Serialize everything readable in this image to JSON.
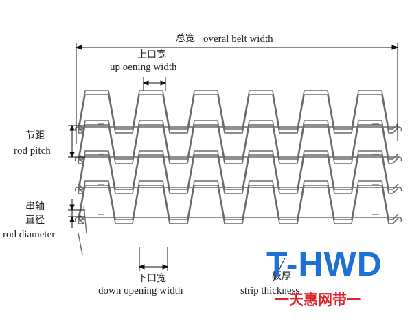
{
  "labels": {
    "overall_zh": "总宽",
    "overall_en": "overal belt width",
    "up_zh": "上口宽",
    "up_en": "up oening width",
    "pitch_zh": "节距",
    "pitch_en": "rod pitch",
    "diam_zh1": "串轴",
    "diam_zh2": "直径",
    "diam_en": "rod diameter",
    "down_zh": "下口宽",
    "down_en": "down opening width",
    "strip_zh": "板厚",
    "strip_en": "strip thickness"
  },
  "logo": {
    "text": "T-HWD",
    "subtitle": "一天惠网带一",
    "color": "#1e6fd6",
    "accent": "#e0202a"
  },
  "colors": {
    "line": "#6a6a6a",
    "dim": "#111111"
  }
}
